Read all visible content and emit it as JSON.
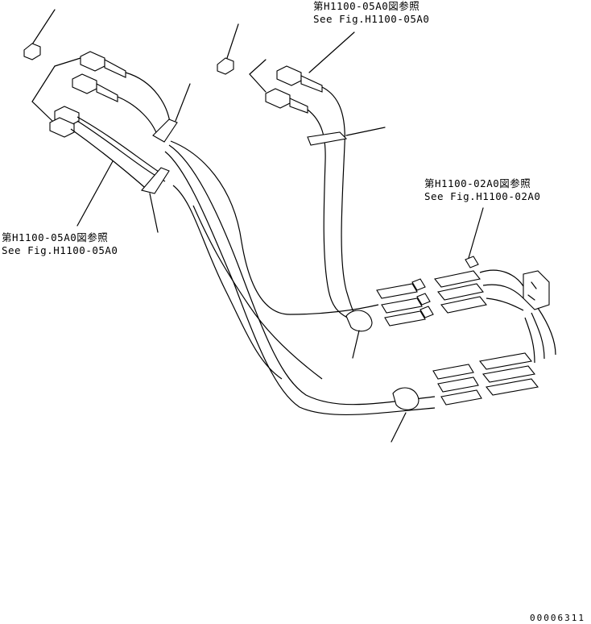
{
  "notes": [
    {
      "jp": "第H1100-05A0図参照",
      "en": "See Fig.H1100-05A0"
    },
    {
      "jp": "第H1100-02A0図参照",
      "en": "See Fig.H1100-02A0"
    },
    {
      "jp": "第H1100-05A0図参照",
      "en": "See Fig.H1100-05A0"
    }
  ],
  "drawing_number": "00006311"
}
